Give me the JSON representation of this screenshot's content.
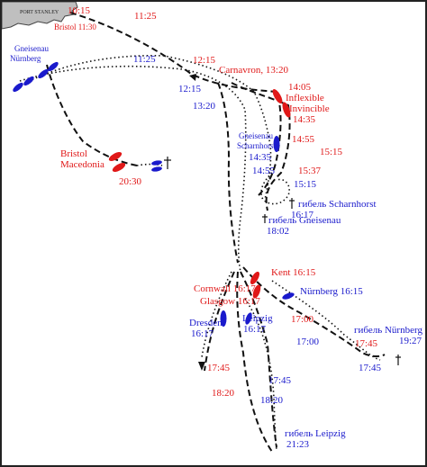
{
  "colors": {
    "british": "#e01818",
    "german": "#1a1acc",
    "track": "#111111",
    "land": "#bfbfbf"
  },
  "coastline_label": "PORT STANLEY",
  "labels": {
    "t1015": "10:15",
    "t1125a": "11:25",
    "bristol_1130": "Bristol 11:30",
    "gneisenau_top": "Gneisenau",
    "nurnberg_top": "Nürnberg",
    "t1125b": "11:25",
    "t1215a": "12:15",
    "carnavron": "Carnavron, 13:20",
    "t1215b": "12:15",
    "t1405": "14:05",
    "inflexible": "Inflexible",
    "invincible": "Invincible",
    "t1435r": "14:35",
    "t1320": "13:20",
    "gneisenau_mid": "Gneisenau",
    "scharnhorst_mid": "Scharnhorst",
    "t1435b": "14:35",
    "t1455r": "14:55",
    "t1515r": "15:15",
    "t1455b": "14:55",
    "t1537": "15:37",
    "t1515b": "15:15",
    "bristol": "Bristol",
    "macedonia": "Macedonia",
    "t2030": "20:30",
    "sink_scharnhorst": "гибель Scharnhorst",
    "t1617a": "16:17",
    "sink_gneisenau": "гибель Gneisenau",
    "t1802": "18:02",
    "kent": "Kent 16:15",
    "cornwall": "Cornwall 16:17",
    "nurnberg_1615": "Nürnberg 16:15",
    "glasgow": "Glasgow 16:17",
    "t1700r": "17:00",
    "leipzig": "Leipzig",
    "t1617b": "16:17",
    "dresden": "Dresden",
    "t1617c": "16:17",
    "t1700b": "17:00",
    "sink_nurnberg": "гибель Nürnberg",
    "t1745a": "17:45",
    "t1927": "19:27",
    "t1745b": "17:45",
    "t1745c": "17:45",
    "t1745d": "17:45",
    "t1820r": "18:20",
    "t1820b": "18:20",
    "sink_leipzig": "гибель Leipzig",
    "t2123": "21:23"
  }
}
